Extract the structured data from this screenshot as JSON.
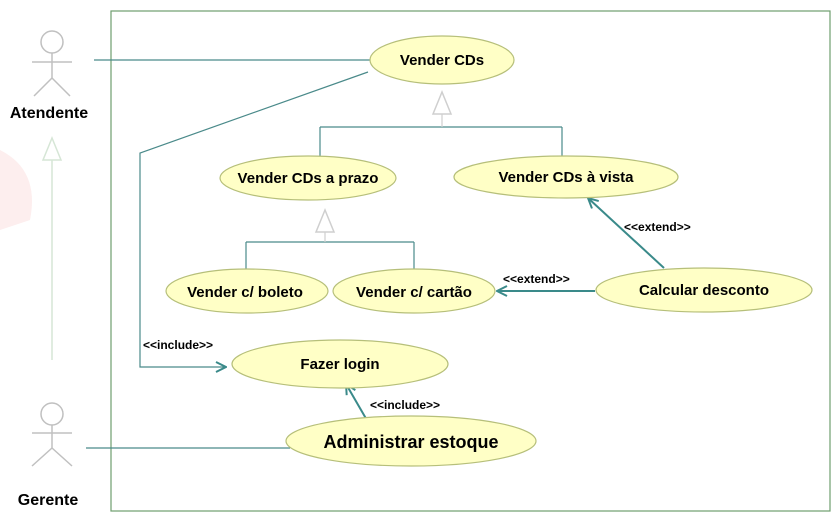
{
  "actors": {
    "atendente": "Atendente",
    "gerente": "Gerente"
  },
  "use_cases": {
    "vender_cds": "Vender CDs",
    "vender_cds_a_prazo": "Vender CDs a prazo",
    "vender_cds_a_vista": "Vender CDs à vista",
    "vender_c_boleto": "Vender c/ boleto",
    "vender_c_cartao": "Vender c/ cartão",
    "calcular_desconto": "Calcular desconto",
    "fazer_login": "Fazer login",
    "administrar_estoque": "Administrar estoque"
  },
  "relations": {
    "extend_vista": "<<extend>>",
    "extend_cartao": "<<extend>>",
    "include_login_atendente": "<<include>>",
    "include_login_estoque": "<<include>>"
  },
  "colors": {
    "ellipse_fill": "#ffffc6",
    "ellipse_stroke": "#b6bf7a",
    "boundary": "#6e9e6e",
    "arrow": "#3a8a8a",
    "line": "#4a8a8a",
    "actor": "#c0c0c0"
  }
}
